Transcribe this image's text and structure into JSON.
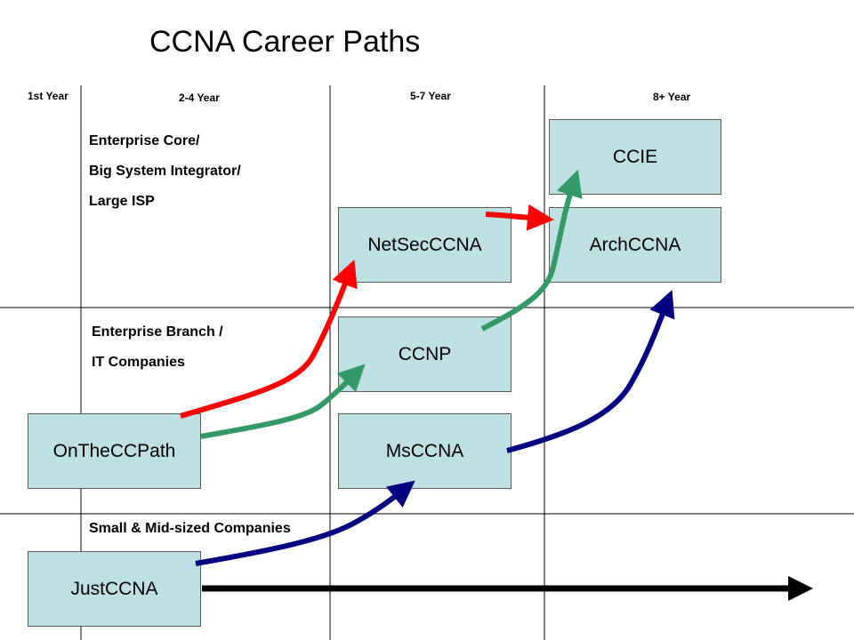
{
  "title": "CCNA Career Paths",
  "columns": [
    "1st Year",
    "2-4 Year",
    "5-7 Year",
    "8+ Year"
  ],
  "tiers": {
    "enterprise_core": [
      "Enterprise Core/",
      "Big System Integrator/",
      "Large ISP"
    ],
    "enterprise_branch": [
      "Enterprise Branch /",
      "IT Companies"
    ],
    "small_mid": [
      "Small & Mid-sized Companies"
    ]
  },
  "boxes": {
    "ccie": "CCIE",
    "netsec": "NetSecCCNA",
    "arch": "ArchCCNA",
    "ccnp": "CCNP",
    "msccna": "MsCCNA",
    "onthecc": "OnTheCCPath",
    "justccna": "JustCCNA"
  },
  "colors": {
    "box_fill": "#bfe0e3",
    "red_path": "#ff0000",
    "green_path": "#339966",
    "blue_path": "#000080",
    "black_path": "#000000"
  }
}
